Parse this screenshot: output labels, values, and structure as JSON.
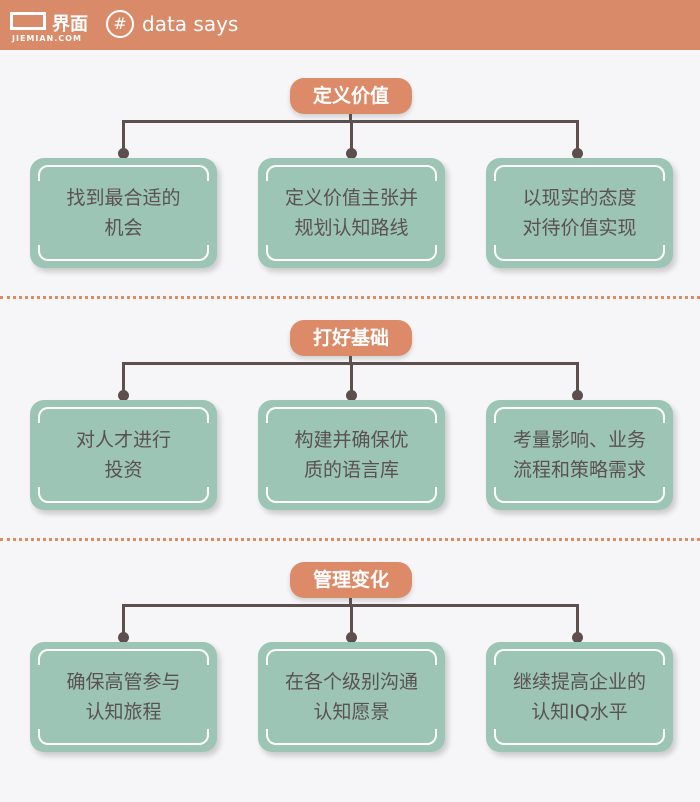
{
  "header": {
    "logo_cn": "界面",
    "logo_en": "JIEMIAN.COM",
    "brand": "data says"
  },
  "sections": [
    {
      "title": "定义价值",
      "items": [
        "找到最合适的\n机会",
        "定义价值主张并\n规划认知路线",
        "以现实的态度\n对待价值实现"
      ]
    },
    {
      "title": "打好基础",
      "items": [
        "对人才进行\n投资",
        "构建并确保优\n质的语言库",
        "考量影响、业务\n流程和策略需求"
      ]
    },
    {
      "title": "管理变化",
      "items": [
        "确保高管参与\n认知旅程",
        "在各个级别沟通\n认知愿景",
        "继续提高企业的\n认知IQ水平"
      ]
    }
  ]
}
